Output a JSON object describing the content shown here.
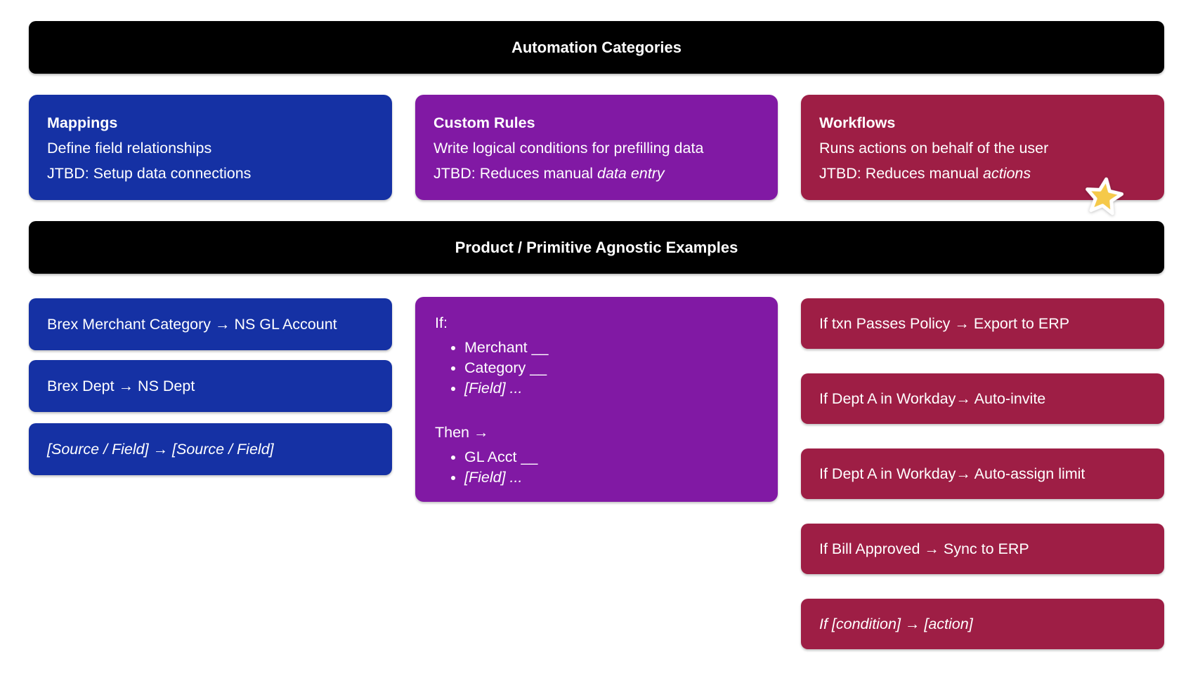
{
  "colors": {
    "header_black": "#000000",
    "mappings_blue": "#1531a4",
    "custom_rules_purple": "#8119a4",
    "workflows_maroon": "#9e1e45",
    "star_gold": "#f5c94a",
    "star_outline": "#ffffff",
    "text_white": "#ffffff"
  },
  "headers": {
    "categories": "Automation Categories",
    "examples": "Product / Primitive Agnostic Examples"
  },
  "categories": [
    {
      "title": "Mappings",
      "description": "Define field relationships",
      "jtbd_prefix": "JTBD: Setup data connections",
      "jtbd_italic": ""
    },
    {
      "title": "Custom Rules",
      "description": "Write logical conditions for prefilling data",
      "jtbd_prefix": "JTBD: Reduces manual ",
      "jtbd_italic": "data entry"
    },
    {
      "title": "Workflows",
      "description": "Runs actions on behalf of the user",
      "jtbd_prefix": "JTBD: Reduces manual ",
      "jtbd_italic": "actions"
    }
  ],
  "examples": {
    "mappings": [
      {
        "text": "Brex Merchant Category → NS GL Account"
      },
      {
        "text": "Brex Dept → NS Dept"
      },
      {
        "text": "[Source / Field] → [Source / Field]"
      }
    ],
    "custom_rules": {
      "if_label": "If:",
      "if_items": [
        {
          "text": "Merchant __"
        },
        {
          "text": "Category __"
        },
        {
          "text": "[Field] ..."
        }
      ],
      "then_label": "Then →",
      "then_items": [
        {
          "text": "GL Acct __"
        },
        {
          "text": "[Field] ..."
        }
      ]
    },
    "workflows": [
      {
        "text": "If txn Passes Policy → Export to ERP"
      },
      {
        "text": "If Dept A in Workday→ Auto-invite"
      },
      {
        "text": "If Dept A in Workday→ Auto-assign limit"
      },
      {
        "text": "If Bill Approved → Sync to ERP"
      },
      {
        "text": "If [condition] → [action]"
      }
    ]
  },
  "icons": {
    "star": "star-icon"
  }
}
